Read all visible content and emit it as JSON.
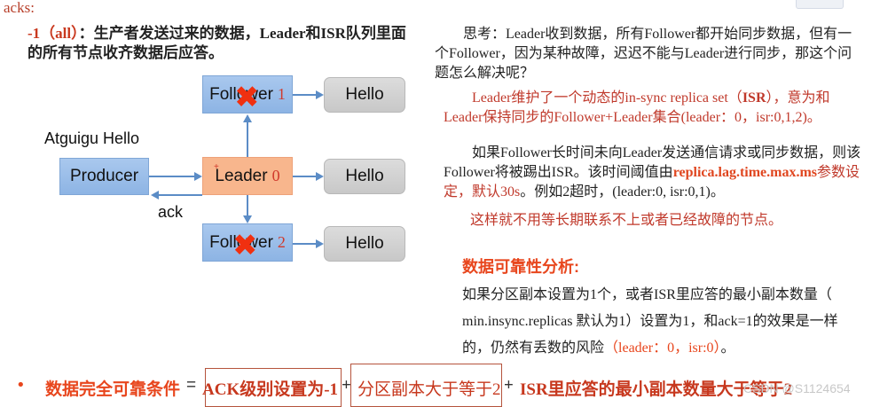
{
  "left": {
    "heading": "acks:",
    "para_prefix": "-1（all）",
    "para_body": "：生产者发送过来的数据，Leader和ISR队列里面的所有节点收齐数据后应答。"
  },
  "diagram": {
    "message_label": "Atguigu Hello",
    "producer": "Producer",
    "leader": {
      "label": "Leader",
      "id": "0",
      "marker": "+"
    },
    "followers": [
      {
        "label": "Follower",
        "id": "1",
        "failed": true
      },
      {
        "label": "Follower",
        "id": "2",
        "failed": true
      }
    ],
    "hello_boxes": [
      "Hello",
      "Hello",
      "Hello"
    ],
    "ack_label": "ack",
    "fail_icon": "red-x-mark"
  },
  "right": {
    "thinking": "思考：Leader收到数据，所有Follower都开始同步数据，但有一个Follower，因为某种故障，迟迟不能与Leader进行同步，那这个问题怎么解决呢？",
    "isr_def_1": "Leader维护了一个动态的in-sync replica set（",
    "isr_def_bold": "ISR",
    "isr_def_2": "），意为和Leader保持同步的Follower+Leader集合(leader：0，isr:0,1,2)。",
    "kick_1": "如果Follower长时间未向Leader发送通信请求或同步数据，则该Follower将被踢出ISR。该时间阈值由",
    "kick_param": "replica.lag.time.max.ms",
    "kick_2": "参数设定，默认30s",
    "kick_3": "。例如2超时，(leader:0, isr:0,1)。",
    "no_wait": "这样就不用等长期联系不上或者已经故障的节点。"
  },
  "reliability": {
    "title": "数据可靠性分析:",
    "body_1": "如果分区副本设置为1个，或者ISR里应答的最小副本数量（ min.insync.replicas 默认为1）设置为1，和ack=1的效果是一样的，仍然有丢数的风险",
    "body_red": "（leader：0，isr:0）",
    "body_end": "。"
  },
  "condition": {
    "bullet": "•",
    "title": "数据完全可靠条件",
    "equals": "=",
    "part1": "ACK级别设置为-1",
    "plus1": "+",
    "part2": "分区副本大于等于2",
    "plus2": "+",
    "part3": "ISR里应答的最小副本数量大于等于2"
  },
  "watermark": "CSDN @S1124654",
  "colors": {
    "accent_red": "#c0392b",
    "title_orange": "#e8461d",
    "node_blue": "#a9c8ee",
    "leader_peach": "#f8b68d",
    "hello_grey": "#d0d0d0",
    "arrow_blue": "#5b8cc6"
  }
}
